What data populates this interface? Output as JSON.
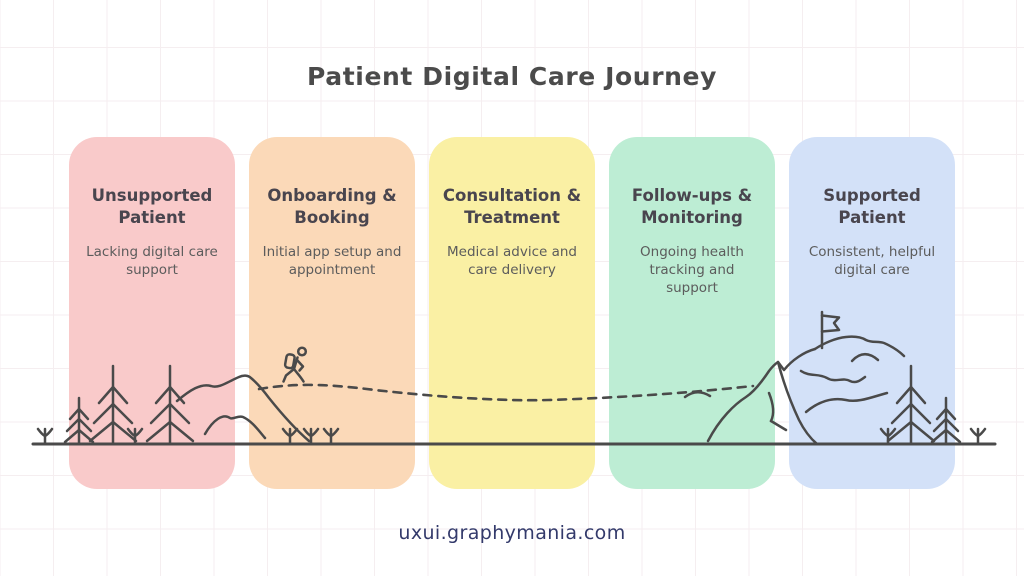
{
  "header": {
    "title": "Patient Digital Care Journey"
  },
  "stages": [
    {
      "title": "Unsupported Patient",
      "description": "Lacking digital care support",
      "color": "#f9caca"
    },
    {
      "title": "Onboarding & Booking",
      "description": "Initial app setup and appointment",
      "color": "#fbd9b8"
    },
    {
      "title": "Consultation & Treatment",
      "description": "Medical advice and care delivery",
      "color": "#faf0a4"
    },
    {
      "title": "Follow-ups & Monitoring",
      "description": "Ongoing health tracking and support",
      "color": "#bdedd4"
    },
    {
      "title": "Supported Patient",
      "description": "Consistent, helpful digital care",
      "color": "#d3e1f8"
    }
  ],
  "illustration": {
    "stroke_color": "#4a4a4a",
    "icons": [
      "grass-icon",
      "pine-tree-icon",
      "hills-icon",
      "hiker-icon",
      "dashed-trail-line",
      "mountain-icon",
      "summit-flag-icon",
      "ground-line"
    ]
  },
  "footer": {
    "watermark": "uxui.graphymania.com"
  },
  "colors": {
    "title_text": "#4b4b4b",
    "stage_title_text": "#49454e",
    "stage_desc_text": "#5c5c5c",
    "watermark_text": "#333a6b",
    "illustration_stroke": "#4a4a4a"
  }
}
